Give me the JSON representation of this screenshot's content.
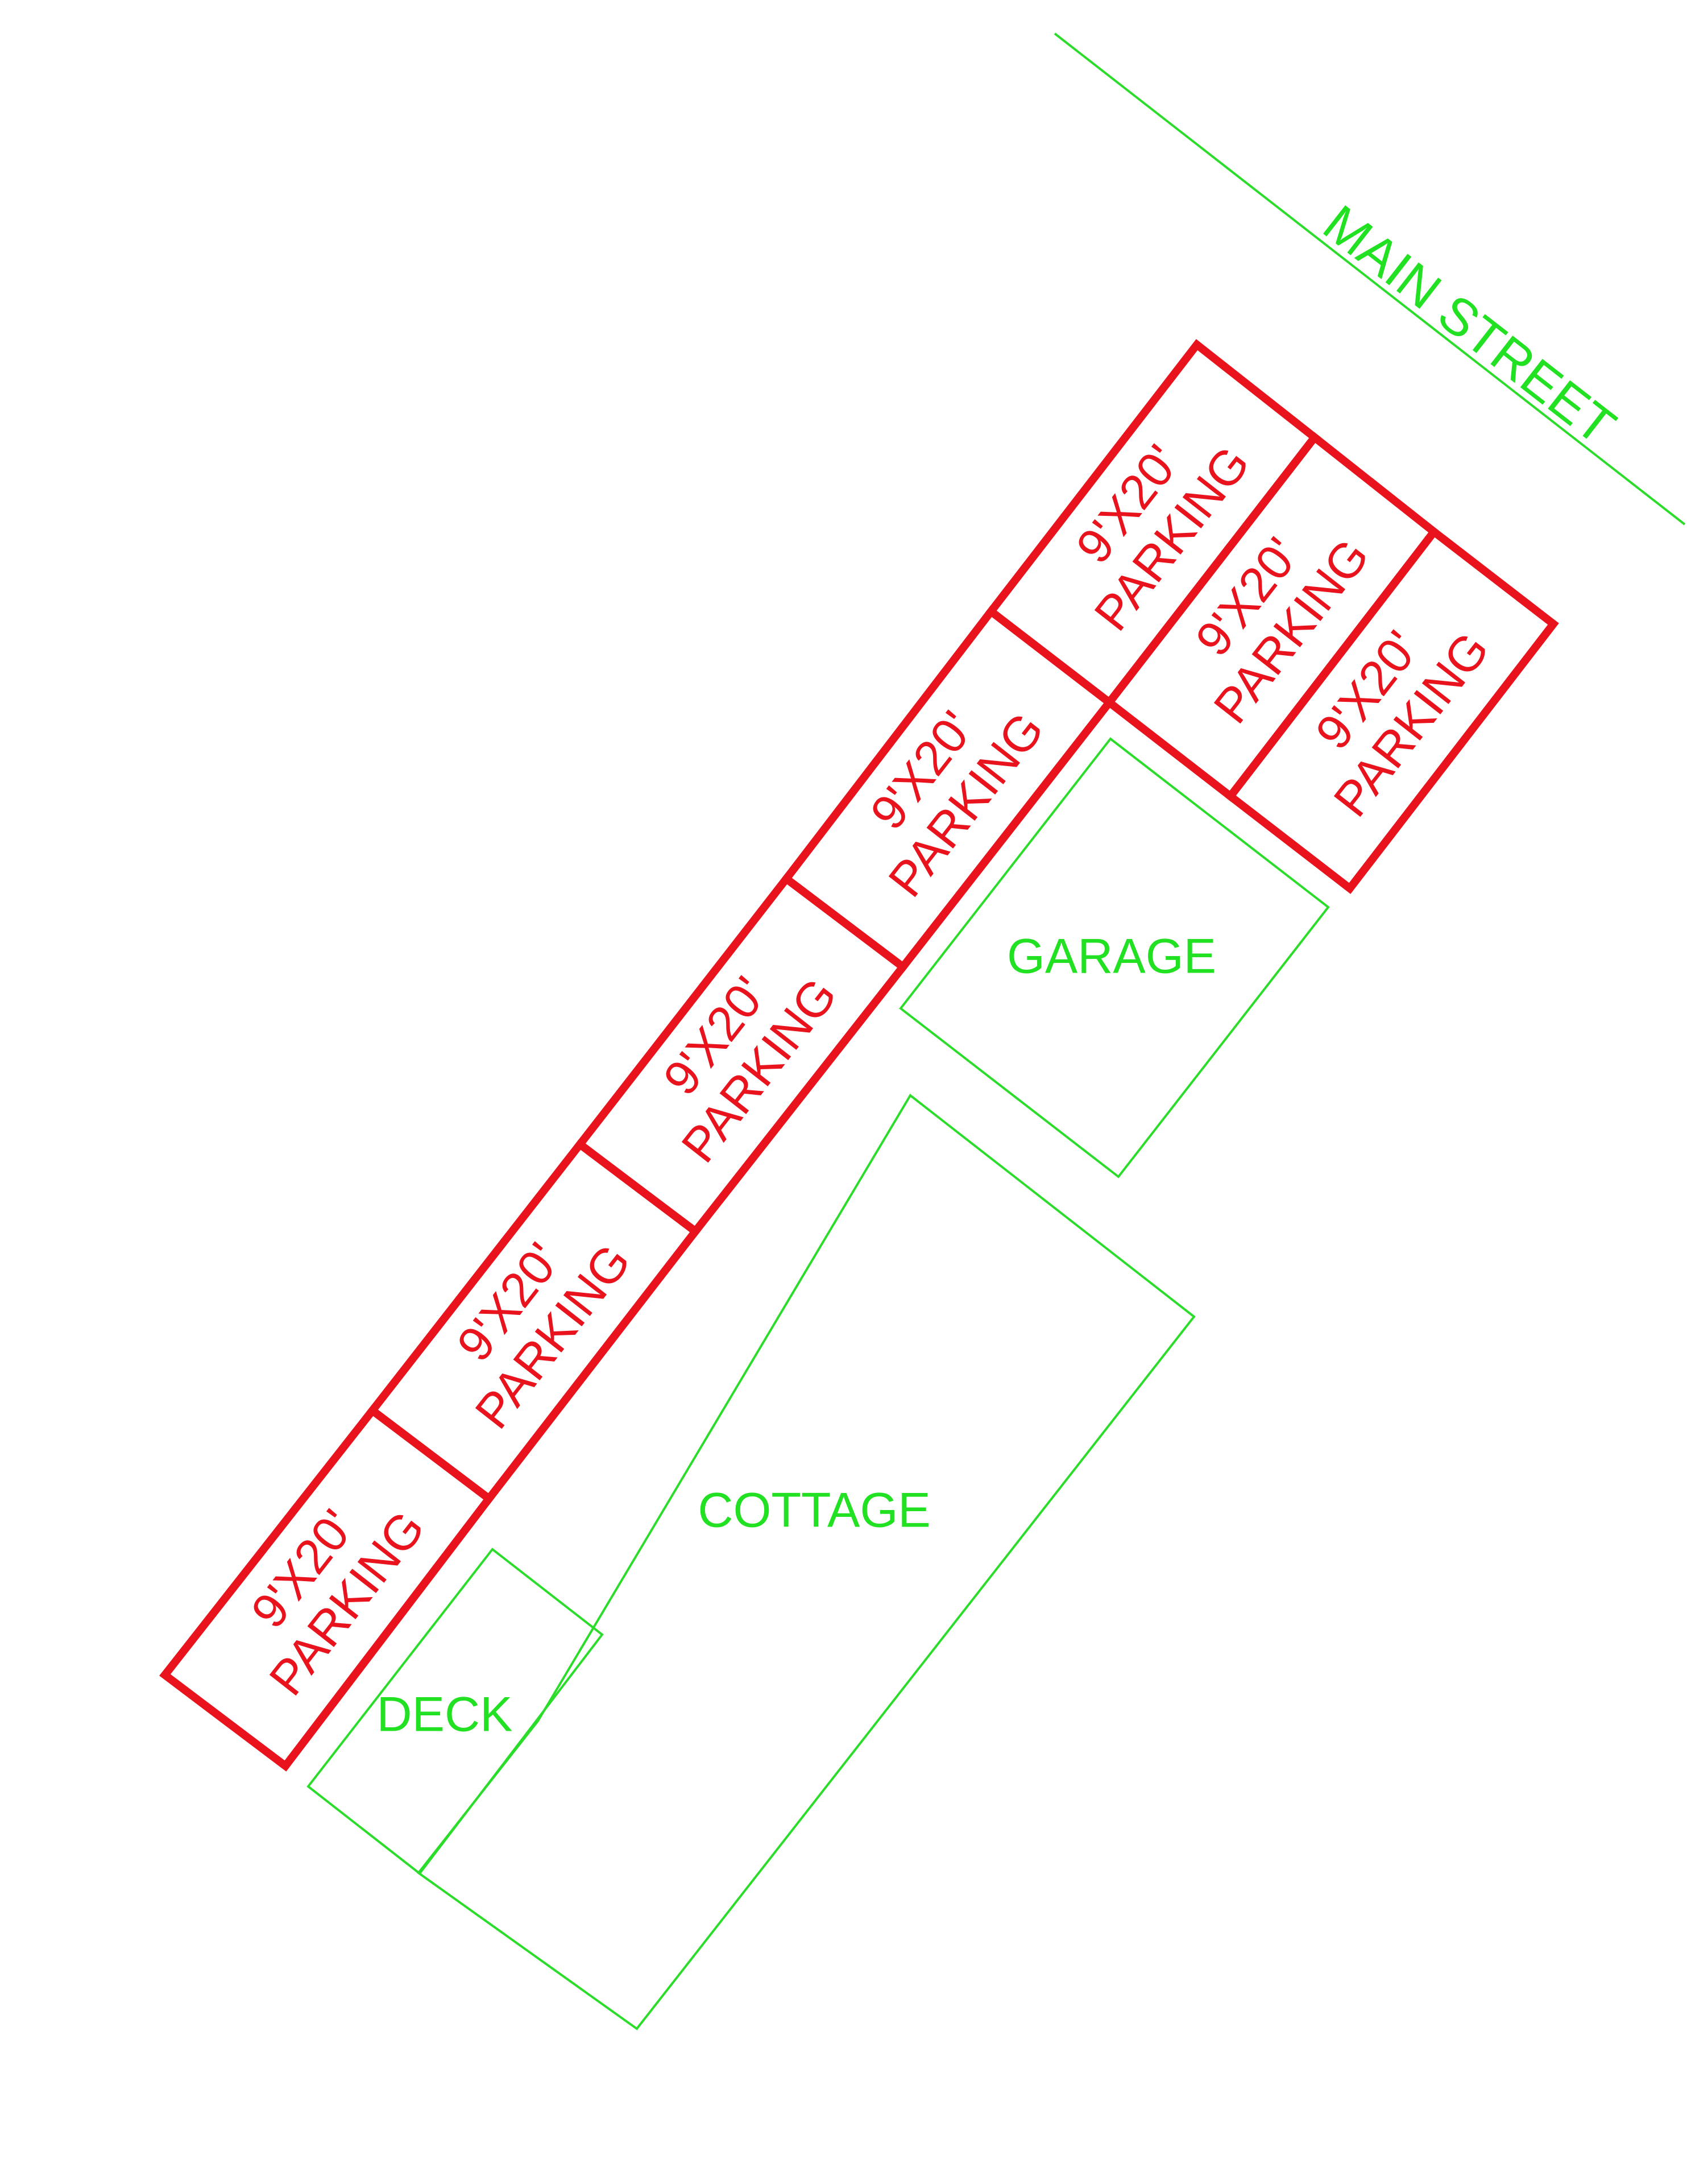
{
  "street": {
    "label": "MAIN STREET"
  },
  "buildings": {
    "garage": {
      "label": "GARAGE"
    },
    "cottage": {
      "label": "COTTAGE"
    },
    "deck": {
      "label": "DECK"
    }
  },
  "parking": {
    "stalls": [
      {
        "size": "9'X20'",
        "label": "PARKING"
      },
      {
        "size": "9'X20'",
        "label": "PARKING"
      },
      {
        "size": "9'X20'",
        "label": "PARKING"
      },
      {
        "size": "9'X20'",
        "label": "PARKING"
      },
      {
        "size": "9'X20'",
        "label": "PARKING"
      },
      {
        "size": "9'X20'",
        "label": "PARKING"
      },
      {
        "size": "9'X20'",
        "label": "PARKING"
      }
    ]
  },
  "colors": {
    "parking": "#e8131c",
    "site_lines": "#2bdc2b",
    "site_text": "#22e022",
    "background": "#ffffff"
  }
}
